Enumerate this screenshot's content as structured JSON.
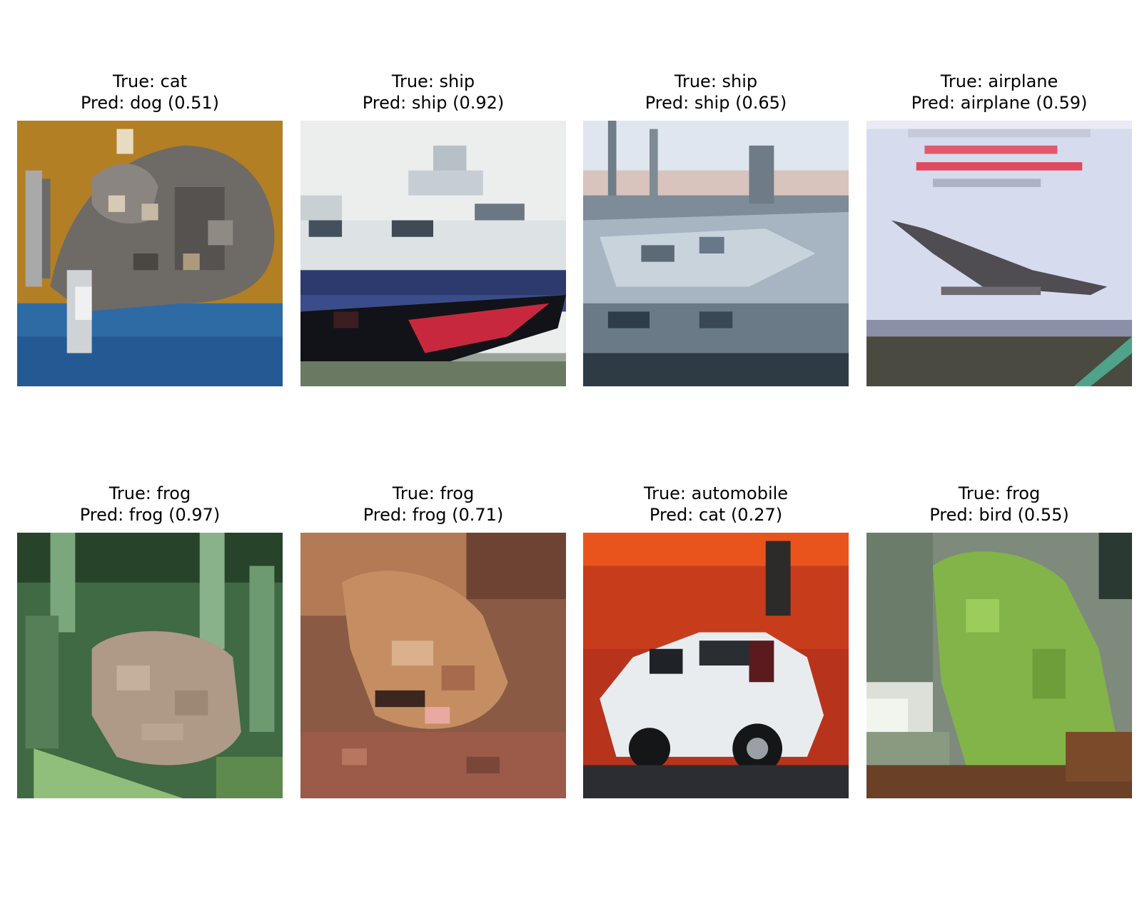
{
  "panels": [
    {
      "true_line": "True: cat",
      "pred_line": "Pred: dog (0.51)",
      "image": "cat on blue fabric"
    },
    {
      "true_line": "True: ship",
      "pred_line": "Pred: ship (0.92)",
      "image": "white ship with red hull"
    },
    {
      "true_line": "True: ship",
      "pred_line": "Pred: ship (0.65)",
      "image": "grey ship in harbor"
    },
    {
      "true_line": "True: airplane",
      "pred_line": "Pred: airplane (0.59)",
      "image": "airplane on sign"
    },
    {
      "true_line": "True: frog",
      "pred_line": "Pred: frog (0.97)",
      "image": "toad in grass"
    },
    {
      "true_line": "True: frog",
      "pred_line": "Pred: frog (0.71)",
      "image": "brown frog on soil"
    },
    {
      "true_line": "True: automobile",
      "pred_line": "Pred: cat (0.27)",
      "image": "white car on red background"
    },
    {
      "true_line": "True: frog",
      "pred_line": "Pred: bird (0.55)",
      "image": "green frog on leaf"
    }
  ]
}
